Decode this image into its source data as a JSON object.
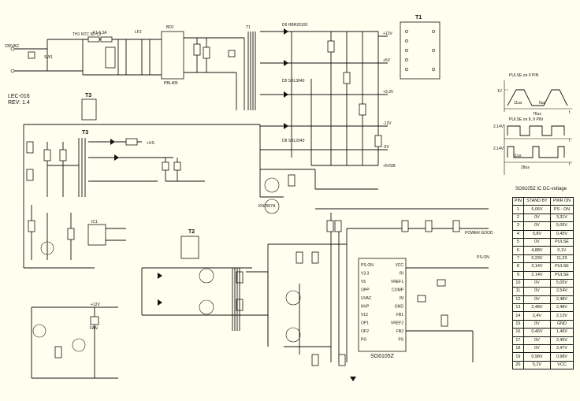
{
  "board": {
    "model": "LEC-016",
    "revision": "REV: 1.4"
  },
  "ic": {
    "name": "SG6105Z",
    "left_pins": [
      "PS-ON",
      "V3.3",
      "V5",
      "OPP",
      "UVAC",
      "NVP",
      "V12",
      "OP1",
      "OP2",
      "PG"
    ],
    "right_pins": [
      "VCC",
      "RI",
      "VREF1",
      "COMP",
      "IN",
      "GND",
      "FB1",
      "VREF2",
      "FB2",
      "PS"
    ]
  },
  "transformers": {
    "t1": "T1",
    "t2": "T2",
    "t3": "T3"
  },
  "labels": {
    "mains": "230VAC",
    "switch": "SW1",
    "fuse": "F1 6,3A",
    "thermistor": "TH1 NTC 5D-13",
    "bridge": "BD1",
    "bridge_part": "PBL405",
    "fan": "FAN",
    "power_good": "POWER GOOD",
    "ps_on": "PS-ON",
    "out_12v": "+12V",
    "out_5v": "+5V",
    "out_33v": "+3,3V",
    "out_m12v": "-12V",
    "out_m5v": "-5V",
    "out_5vsb": "+5VSB",
    "out_us": "+US",
    "q_reg": "KN2907A",
    "vcc_12": "+12V",
    "d_top": "D6 HBR20100",
    "d_mid": "D5 SBL3040",
    "d_low": "D8 SBL2040"
  },
  "pulse": {
    "pin9_caption": "PULSE on 9 PIN",
    "pin89_caption": "PULSE on 8, 9 PIN",
    "pin9_amp": "1V",
    "pin89_amp_a": "2,14V",
    "pin89_amp_b": "2,14V",
    "t1": "11us",
    "t2": "5us",
    "period": "76us",
    "period2": "28us",
    "axis": "t"
  },
  "dc_table": {
    "caption": "SG6105Z IC DC-voltage",
    "headers": [
      "PIN",
      "STAND BY",
      "PWR ON"
    ],
    "rows": [
      [
        "1",
        "5,06V",
        "PS - ON"
      ],
      [
        "2",
        "0V",
        "3,31V"
      ],
      [
        "3",
        "0V",
        "5,05V"
      ],
      [
        "4",
        "0,8V",
        "0,45V"
      ],
      [
        "5",
        "0V",
        "PULSE"
      ],
      [
        "6",
        "4,88V",
        "0,1V"
      ],
      [
        "7",
        "0,23V",
        "11,23"
      ],
      [
        "8",
        "2,14V",
        "PULSE"
      ],
      [
        "9",
        "2,14V",
        "PULSE"
      ],
      [
        "10",
        "0V",
        "5,05V"
      ],
      [
        "11",
        "0V",
        "2,54V"
      ],
      [
        "12",
        "0V",
        "2,48V"
      ],
      [
        "13",
        "2,48V",
        "2,48V"
      ],
      [
        "14",
        "2,4V",
        "2,13V"
      ],
      [
        "15",
        "0V",
        "GND"
      ],
      [
        "16",
        "0,46V",
        "1,46V"
      ],
      [
        "17",
        "0V",
        "2,45V"
      ],
      [
        "18",
        "0V",
        "2,47V"
      ],
      [
        "19",
        "0,98V",
        "0,98V"
      ],
      [
        "20",
        "5,1V",
        "VCC"
      ]
    ]
  }
}
